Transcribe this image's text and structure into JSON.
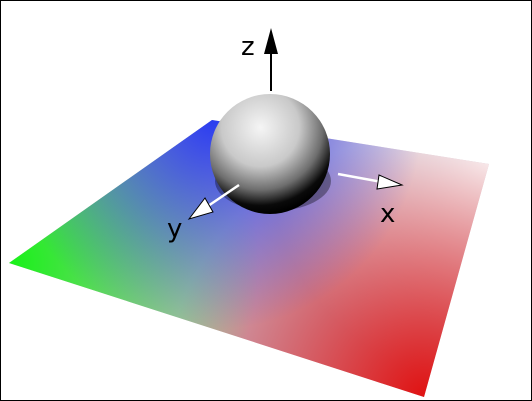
{
  "scene": {
    "axes": {
      "z_label": "z",
      "x_label": "x",
      "y_label": "y"
    },
    "colors": {
      "border": "#000000",
      "background": "#ffffff",
      "corner_back": "#2a3df0",
      "corner_left": "#18f218",
      "corner_front": "#e01212",
      "corner_right": "#f2eef6",
      "sphere_light": "#f5f5f5",
      "sphere_dark": "#000000",
      "arrow_fill": "#ffffff",
      "z_arrow": "#000000"
    }
  }
}
